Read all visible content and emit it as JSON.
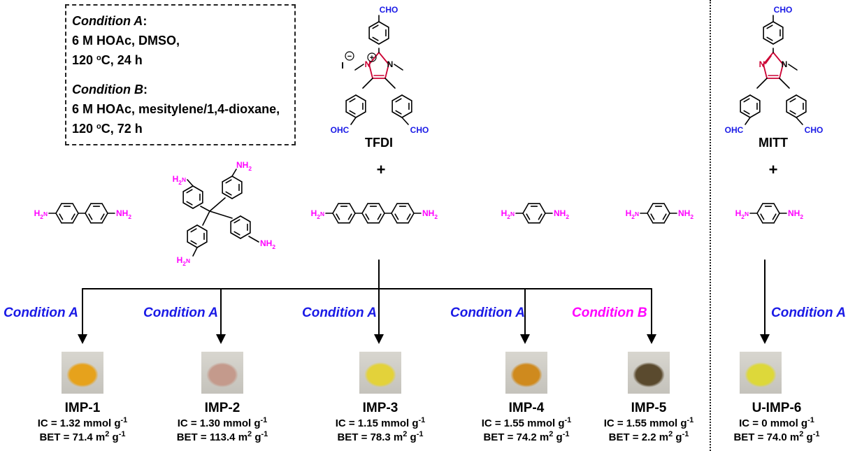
{
  "conditions": {
    "a_title": "Condition A",
    "a_line1": "6 M HOAc, DMSO,",
    "a_line2_pre": "120 ",
    "a_line2_sup": "o",
    "a_line2_post": "C, 24 h",
    "b_title": "Condition B",
    "b_line1": "6 M HOAc, mesitylene/1,4-dioxane,",
    "b_line2_pre": "120 ",
    "b_line2_sup": "o",
    "b_line2_post": "C, 72 h"
  },
  "monomers": {
    "left_name": "TFDI",
    "right_name": "MITT",
    "plus": "+"
  },
  "atoms": {
    "cho": "CHO",
    "ohc": "OHC",
    "nh2": "NH",
    "nh2_sub": "2",
    "h2n_pre": "H",
    "h2n_sub": "2",
    "h2n_post": "N",
    "n": "N",
    "iodide": "I",
    "minus": "−",
    "plus": "+"
  },
  "arrow_labels": [
    "Condition A",
    "Condition A",
    "Condition A",
    "Condition A",
    "Condition B",
    "Condition A"
  ],
  "products": [
    {
      "name": "IMP-1",
      "ic": "IC = 1.32 mmol g",
      "bet": "BET = 71.4 m",
      "color": "#e6a21c"
    },
    {
      "name": "IMP-2",
      "ic": "IC = 1.30 mmol g",
      "bet": "BET = 113.4 m",
      "color": "#c49a8c"
    },
    {
      "name": "IMP-3",
      "ic": "IC = 1.15 mmol g",
      "bet": "BET = 78.3 m",
      "color": "#e3d23a"
    },
    {
      "name": "IMP-4",
      "ic": "IC = 1.55 mmol g",
      "bet": "BET = 74.2 m",
      "color": "#cf8a1e"
    },
    {
      "name": "IMP-5",
      "ic": "IC = 1.55 mmol g",
      "bet": "BET = 2.2 m",
      "color": "#5a4a2e"
    },
    {
      "name": "U-IMP-6",
      "ic": "IC = 0 mmol g",
      "bet": "BET = 74.0 m",
      "color": "#ddd83a"
    }
  ],
  "units": {
    "ic_sup": "-1",
    "bet_sup1": "2",
    "bet_mid": " g",
    "bet_sup2": "-1"
  },
  "colors": {
    "aldehyde": "#1a1ae6",
    "amine": "#ff00ff",
    "imidazole": "#cc0033",
    "conditionA": "#1a1ae6",
    "conditionB": "#ff00ff"
  }
}
